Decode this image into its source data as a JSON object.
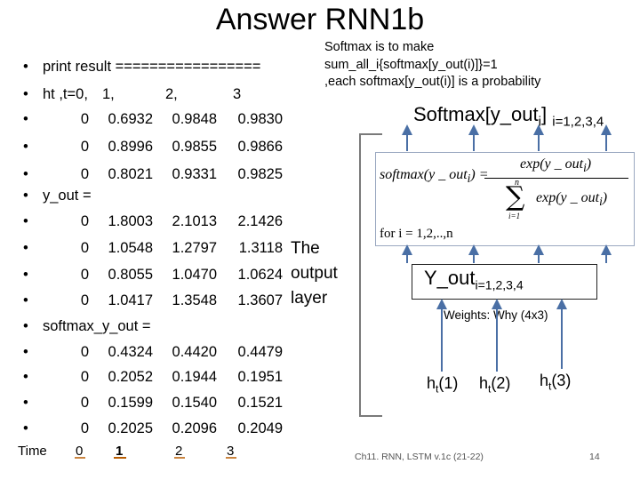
{
  "title": "Answer RNN1b",
  "note_lines": [
    "Softmax is to make",
    "sum_all_i{softmax[y_out(i)]}=1",
    ",each softmax[y_out(i)] is a probability"
  ],
  "bullet_char": "•",
  "print_header": "print result =================",
  "ht_header": [
    "ht ,t=0,",
    "1,",
    "2,",
    "3"
  ],
  "ht_rows": [
    [
      "0",
      "0.6932",
      "0.9848",
      "0.9830"
    ],
    [
      "0",
      "0.8996",
      "0.9855",
      "0.9866"
    ],
    [
      "0",
      "0.8021",
      "0.9331",
      "0.9825"
    ]
  ],
  "yout_label": "y_out =",
  "yout_rows": [
    [
      "0",
      "1.8003",
      "2.1013",
      "2.1426"
    ],
    [
      "0",
      "1.0548",
      "1.2797",
      "1.3118"
    ],
    [
      "0",
      "0.8055",
      "1.0470",
      "1.0624"
    ],
    [
      "0",
      "1.0417",
      "1.3548",
      "1.3607"
    ]
  ],
  "softmax_label": "softmax_y_out =",
  "softmax_rows": [
    [
      "0",
      "0.4324",
      "0.4420",
      "0.4479"
    ],
    [
      "0",
      "0.2052",
      "0.1944",
      "0.1951"
    ],
    [
      "0",
      "0.1599",
      "0.1540",
      "0.1521"
    ],
    [
      "0",
      "0.2025",
      "0.2096",
      "0.2049"
    ]
  ],
  "time_label": "Time",
  "time_values": [
    "0",
    "1",
    "2",
    "3"
  ],
  "output_layer": [
    "The",
    "output",
    "layer"
  ],
  "softmax_title": {
    "main": "Softmax[y_out",
    "sub_i": "i",
    "close": "]",
    "range": "i=1,2,3,4"
  },
  "formula": {
    "lhs": "softmax(y _ out",
    "lhs_sub": "i",
    "lhs_close": ") =",
    "num": "exp(y _ out",
    "num_sub": "i",
    "num_close": ")",
    "den": "exp(y _ out",
    "den_sub": "i",
    "den_close": ")",
    "sum_top": "n",
    "sum_bottom": "i=1",
    "sigma": "∑",
    "for_line": "for i = 1,2,..,n"
  },
  "yout_title": {
    "main": "Y_out",
    "sub": "i=1,2,3,4"
  },
  "weights": "Weights: Why (4x3)",
  "ht_labels": [
    {
      "h": "h",
      "sub": "t",
      "arg": "(1)"
    },
    {
      "h": "h",
      "sub": "t",
      "arg": "(2)"
    },
    {
      "h": "h",
      "sub": "t",
      "arg": "(3)"
    }
  ],
  "footer": "Ch11. RNN, LSTM v.1c (21-22)",
  "page_number": "14",
  "colors": {
    "arrow": "#4a6fa5",
    "time_marker": "#b85c00",
    "bracket": "#7a7a7a"
  }
}
